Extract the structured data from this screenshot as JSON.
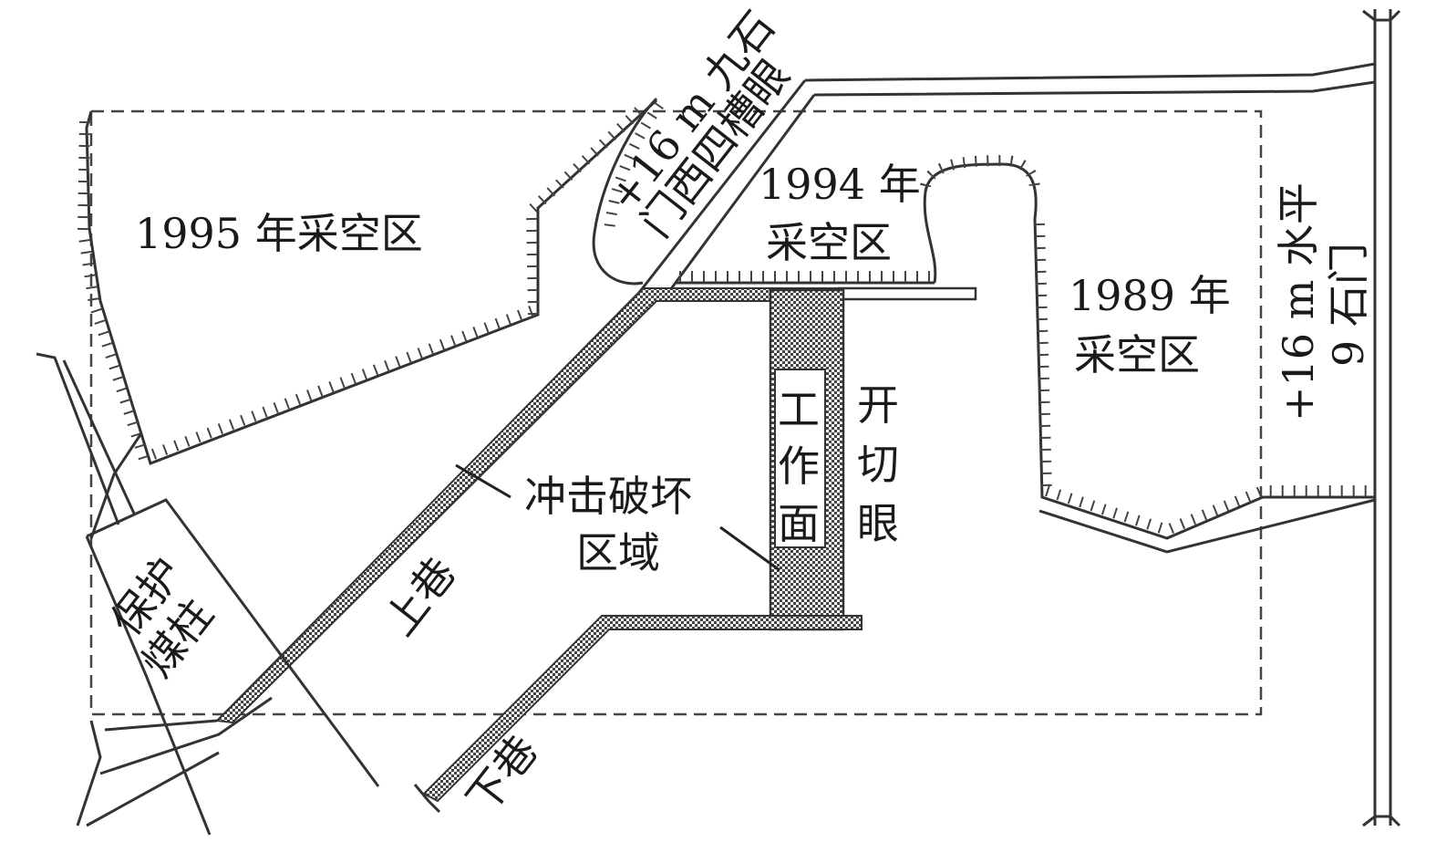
{
  "labels": {
    "crosscut_top_line1": "+16 m 九石",
    "crosscut_top_line2": "门西四槽眼",
    "goaf_1995": "1995 年采空区",
    "goaf_1994_line1": "1994 年",
    "goaf_1994_line2": "采空区",
    "goaf_1989_line1": "1989 年",
    "goaf_1989_line2": "采空区",
    "crosscut_right_line1": "+16 m 水平",
    "crosscut_right_line2": "9 石门",
    "working_face": [
      "工",
      "作",
      "面"
    ],
    "open_cut": [
      "开",
      "切",
      "眼"
    ],
    "impact_zone_line1": "冲击破坏",
    "impact_zone_line2": "区域",
    "upper_roadway": "上巷",
    "lower_roadway": "下巷",
    "pillar_line1": "保护",
    "pillar_line2": "煤柱"
  },
  "colors": {
    "line": "#333333",
    "damage_fill": "#555555"
  }
}
